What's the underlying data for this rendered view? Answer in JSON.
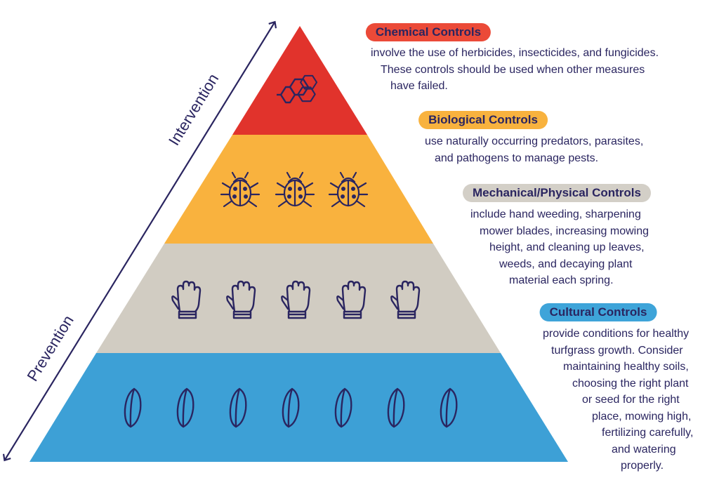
{
  "axis": {
    "top_label": "Intervention",
    "bottom_label": "Prevention"
  },
  "colors": {
    "ink": "#2a2560",
    "chemical": "#e1332c",
    "biological": "#f9b23e",
    "mechanical": "#d1ccc2",
    "cultural": "#3da0d6"
  },
  "tiers": [
    {
      "key": "chemical",
      "title": "Chemical Controls",
      "color": "#e1332c",
      "pill_color": "#eb4a38",
      "icon": "chemical-structure-icon",
      "icon_count": 1,
      "lines": [
        "involve the use of herbicides, insecticides, and fungicides.",
        "These controls should be used when other measures",
        "have failed."
      ]
    },
    {
      "key": "biological",
      "title": "Biological Controls",
      "color": "#f9b23e",
      "pill_color": "#f8b23e",
      "icon": "ladybug-icon",
      "icon_count": 3,
      "lines": [
        "use naturally occurring predators, parasites,",
        "and pathogens to manage pests."
      ]
    },
    {
      "key": "mechanical",
      "title": "Mechanical/Physical Controls",
      "color": "#d1ccc2",
      "pill_color": "#d3cfc7",
      "icon": "glove-icon",
      "icon_count": 5,
      "lines": [
        "include hand weeding, sharpening",
        "mower blades, increasing mowing",
        "height, and cleaning up leaves,",
        "weeds, and decaying plant",
        "material each spring."
      ]
    },
    {
      "key": "cultural",
      "title": "Cultural Controls",
      "color": "#3da0d6",
      "pill_color": "#3ea4d9",
      "icon": "seed-icon",
      "icon_count": 7,
      "lines": [
        "provide conditions for healthy",
        "turfgrass growth. Consider",
        "maintaining healthy soils,",
        "choosing the right plant",
        "or seed for the right",
        "place, mowing high,",
        "fertilizing carefully,",
        "and watering",
        "properly."
      ]
    }
  ]
}
